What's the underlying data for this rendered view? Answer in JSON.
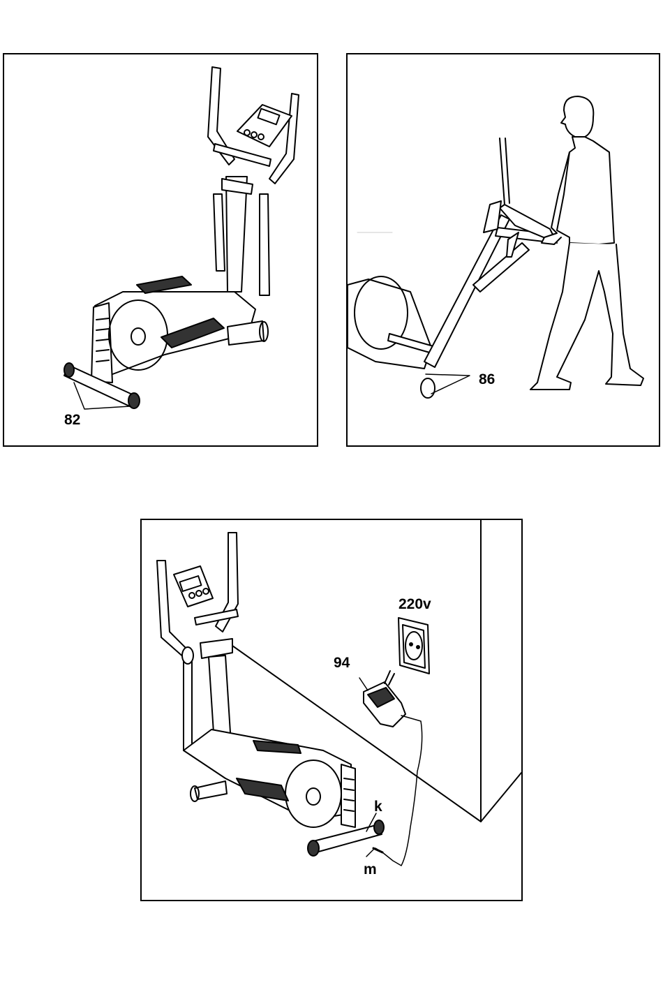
{
  "colors": {
    "ink": "#000000",
    "paper": "#ffffff",
    "tread": "#333333"
  },
  "panels": {
    "top_left": {
      "callout": "82"
    },
    "top_right": {
      "callout": "86"
    },
    "bottom": {
      "callout_adapter": "94",
      "callout_voltage": "220v",
      "callout_socket": "k",
      "callout_plug": "m"
    }
  },
  "icons": [
    "elliptical-trainer-icon",
    "person-icon",
    "power-adapter-icon",
    "wall-socket-icon"
  ]
}
